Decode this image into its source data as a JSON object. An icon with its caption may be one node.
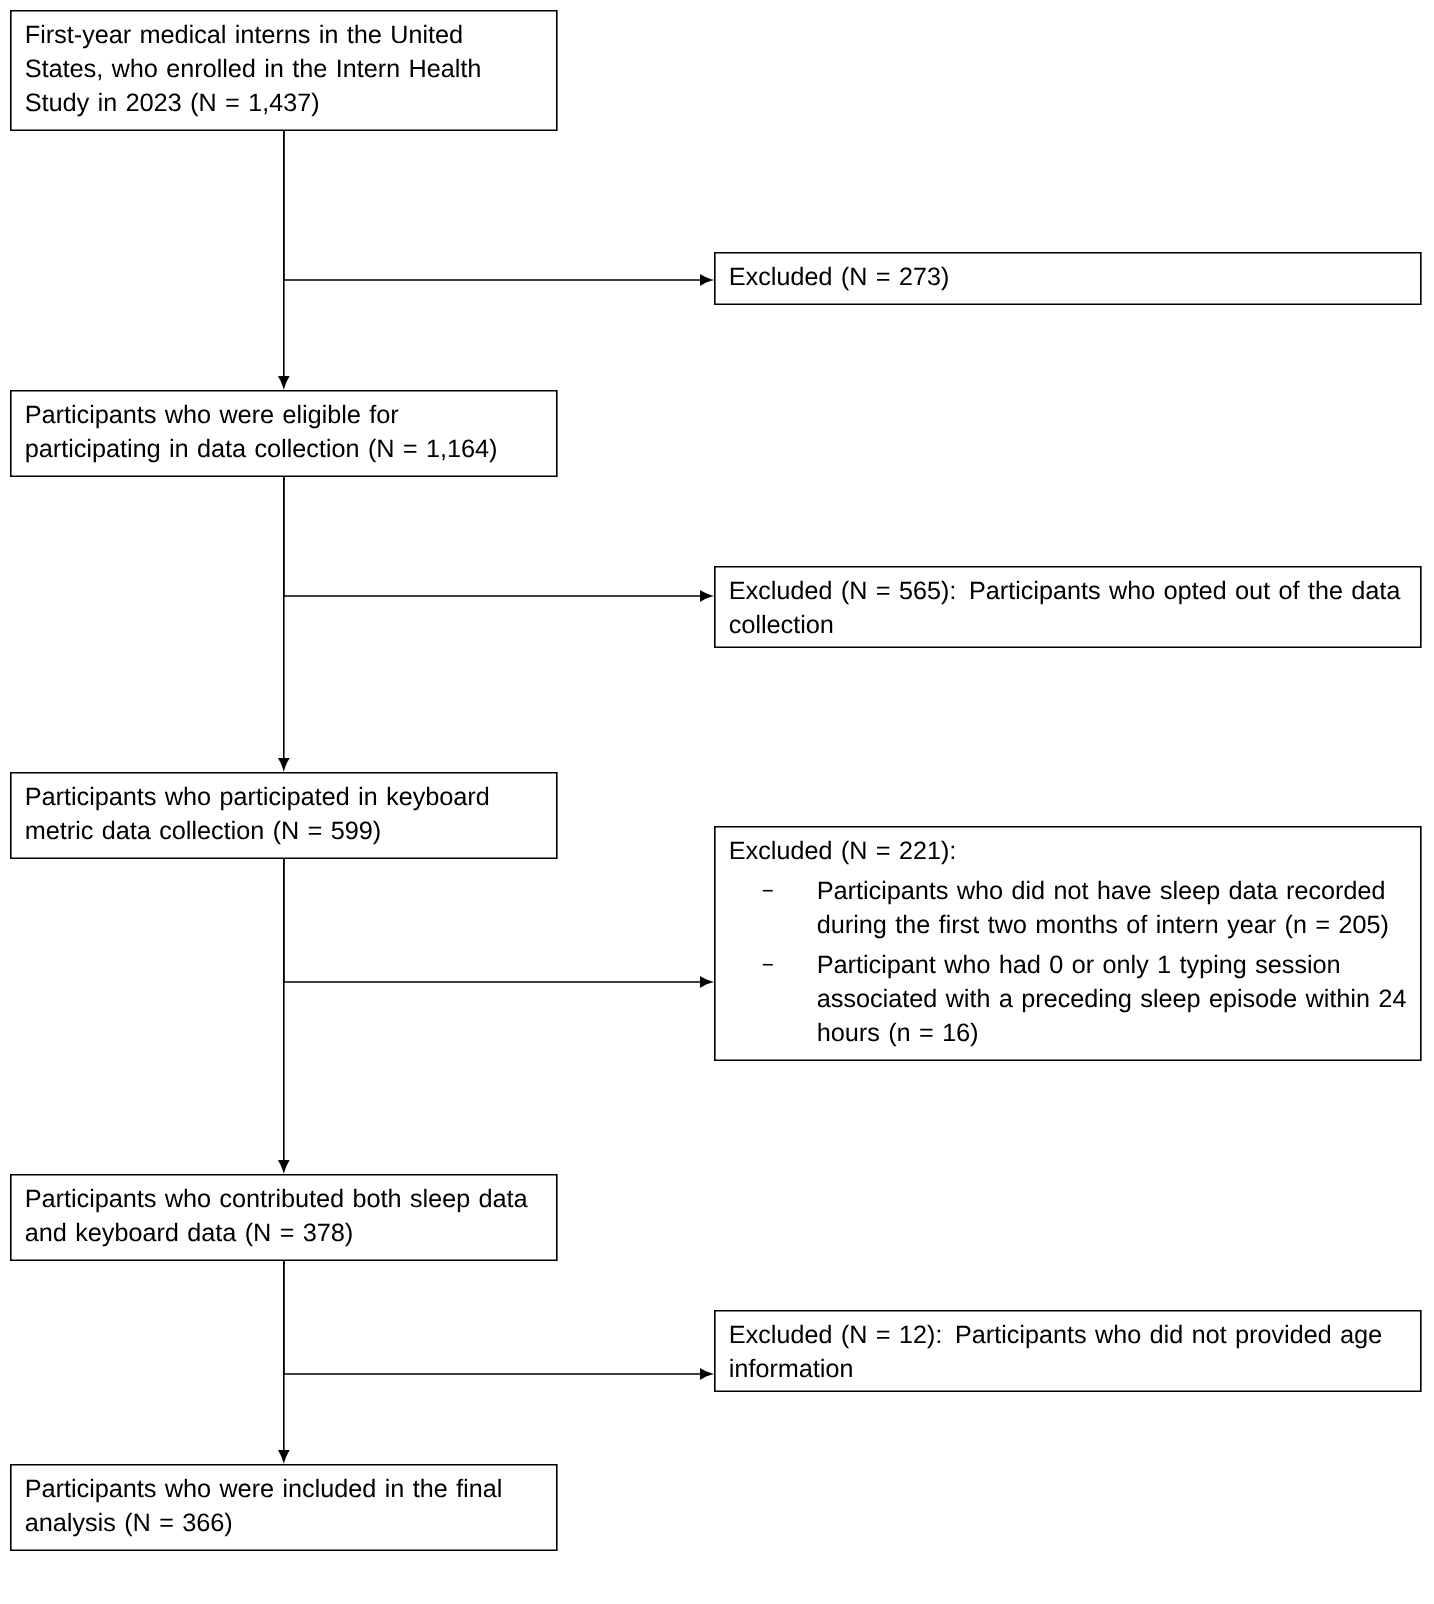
{
  "diagram": {
    "nodes": [
      {
        "text": [
          "First-year medical interns in the United States, who enrolled in the Intern Health Study in 2023 (N = 1,437)"
        ]
      },
      {
        "text": [
          "Excluded (N = 273)"
        ]
      },
      {
        "text": [
          "Participants who were eligible for participating in data collection (N = 1,164)"
        ]
      },
      {
        "text": [
          "Excluded (N = 565): Participants who opted out of the data collection"
        ]
      },
      {
        "text": [
          "Participants who participated in keyboard metric data collection (N = 599)"
        ]
      },
      {
        "text": [
          "Excluded (N = 221):",
          "Participants who did not have sleep data recorded during the first two months of intern year (n = 205)",
          "Participant who had 0 or only 1 typing session associated with a preceding sleep episode within 24 hours (n = 16)"
        ]
      },
      {
        "text": [
          "Participants who contributed both sleep data and keyboard data (N = 378)"
        ]
      },
      {
        "text": [
          "Excluded (N = 12): Participants who did not provided age information"
        ]
      },
      {
        "text": [
          "Participants who were included in the final analysis (N = 366)"
        ]
      }
    ],
    "edges": [
      {
        "from": 0,
        "to": 2,
        "arrow": "to"
      },
      {
        "from": 0,
        "to": 1,
        "arrow": "to"
      },
      {
        "from": 2,
        "to": 4,
        "arrow": "to"
      },
      {
        "from": 2,
        "to": 3,
        "arrow": "to"
      },
      {
        "from": 4,
        "to": 6,
        "arrow": "to"
      },
      {
        "from": 4,
        "to": 5,
        "arrow": "to"
      },
      {
        "from": 6,
        "to": 8,
        "arrow": "to"
      },
      {
        "from": 6,
        "to": 7,
        "arrow": "to"
      }
    ]
  }
}
